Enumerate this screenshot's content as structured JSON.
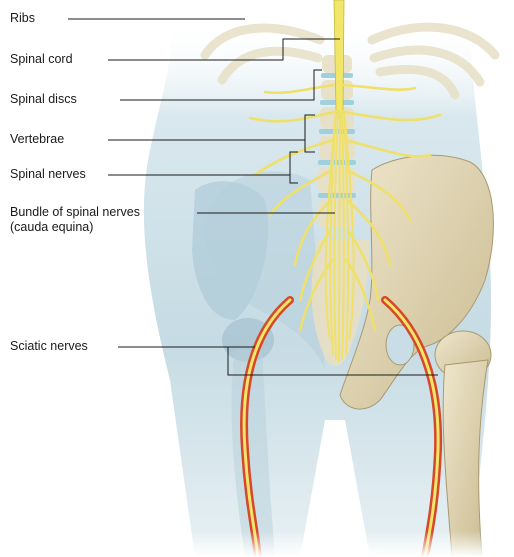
{
  "labels": {
    "ribs": "Ribs",
    "spinal_cord": "Spinal cord",
    "spinal_discs": "Spinal discs",
    "vertebrae": "Vertebrae",
    "spinal_nerves": "Spinal nerves",
    "cauda_line1": "Bundle of spinal nerves",
    "cauda_line2": "(cauda equina)",
    "sciatic": "Sciatic nerves"
  },
  "colors": {
    "skin": "#c9dde6",
    "skin_shadow": "#a9c6d3",
    "bone": "#e6dcc0",
    "bone_shadow": "#b9ad88",
    "nerve": "#f1e56a",
    "nerve_edge": "#c8b83a",
    "sciatic_red": "#d6482a",
    "disc": "#9fd0dc",
    "leader_line": "#1a1a1a"
  }
}
